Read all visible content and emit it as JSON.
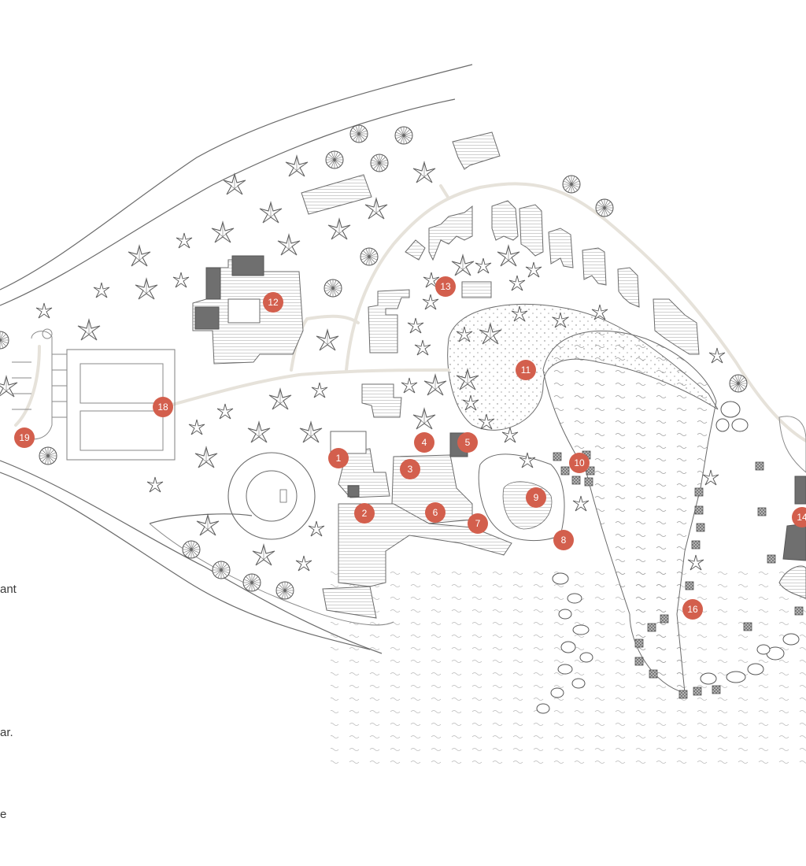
{
  "legend": {
    "fragment_1": "ant",
    "fragment_2": "ar.",
    "fragment_3": "e"
  },
  "markers": [
    "1",
    "2",
    "3",
    "4",
    "5",
    "6",
    "7",
    "8",
    "9",
    "10",
    "11",
    "12",
    "13",
    "14",
    "16",
    "18",
    "19"
  ],
  "colors": {
    "marker": "#d35f4d",
    "path": "#e6e2da",
    "building_dark": "#6f6f6f",
    "line": "#6b6b6b"
  }
}
